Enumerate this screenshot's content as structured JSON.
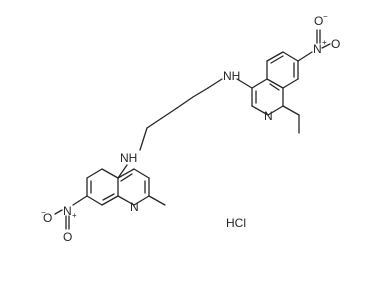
{
  "molecule": {
    "labels": {
      "nh_upper": "NH",
      "nh_lower": "NH",
      "n_ring_upper": "N",
      "n_ring_lower": "N",
      "nitro_n_upper": "N",
      "nitro_n_lower": "N",
      "nitro_o_upper_top": "O",
      "nitro_o_upper_right": "O",
      "nitro_o_lower_left": "O",
      "nitro_o_lower_bottom": "O",
      "plus": "+",
      "minus": "−",
      "hcl": "HCl"
    }
  }
}
